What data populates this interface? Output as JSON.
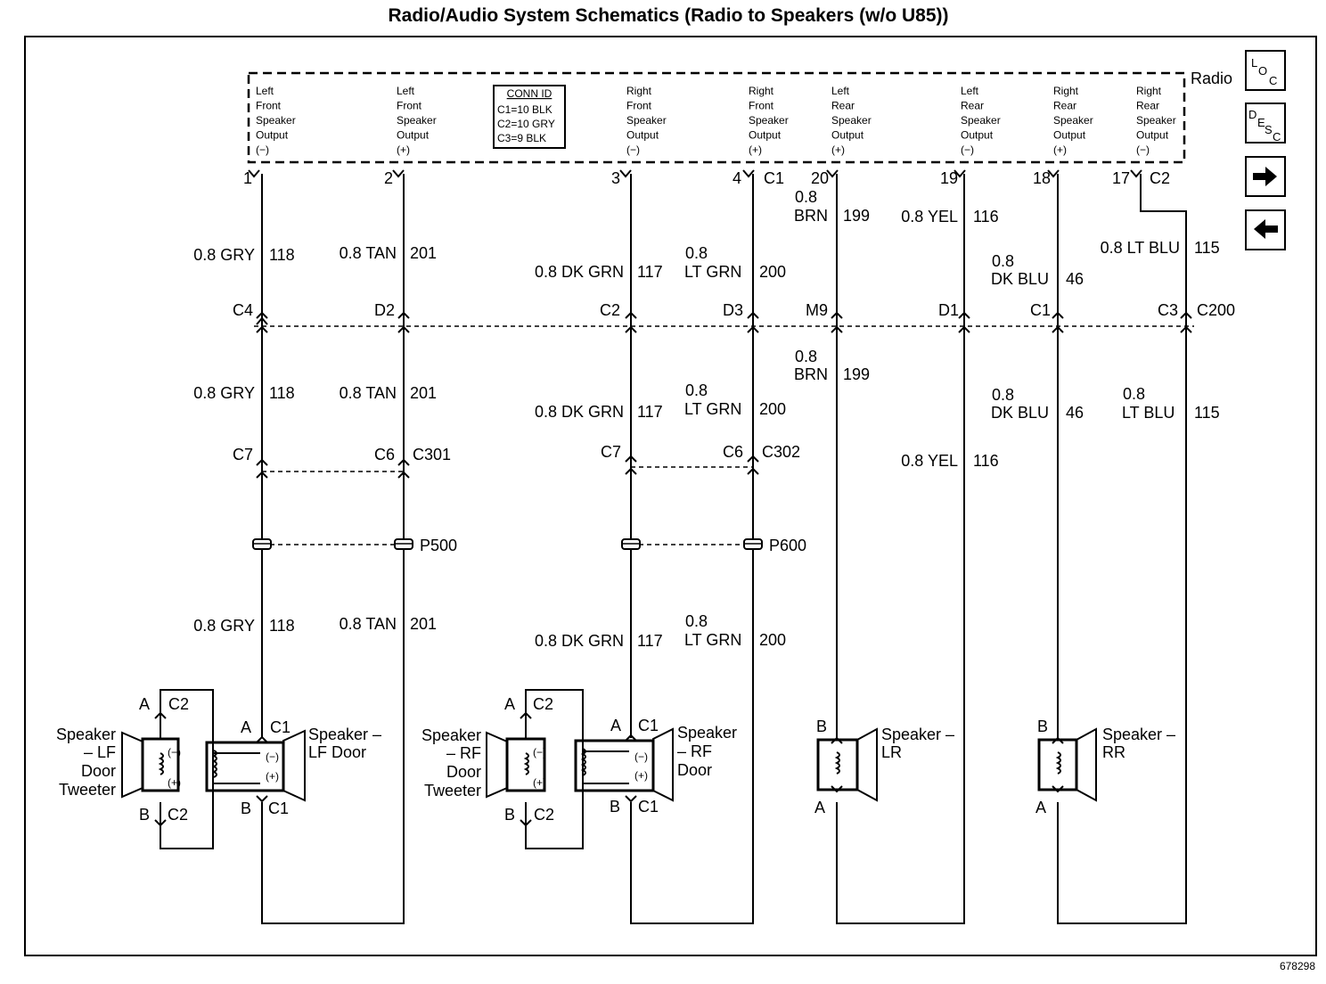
{
  "title": "Radio/Audio System Schematics (Radio to Speakers (w/o U85))",
  "figure_id": "678298",
  "radio": {
    "name": "Radio",
    "outputs": [
      {
        "lines": [
          "Left",
          "Front",
          "Speaker",
          "Output",
          "(−)"
        ],
        "pin": "1"
      },
      {
        "lines": [
          "Left",
          "Front",
          "Speaker",
          "Output",
          "(+)"
        ],
        "pin": "2"
      },
      {
        "lines": [
          "Right",
          "Front",
          "Speaker",
          "Output",
          "(−)"
        ],
        "pin": "3"
      },
      {
        "lines": [
          "Right",
          "Front",
          "Speaker",
          "Output",
          "(+)"
        ],
        "pin": "4"
      },
      {
        "lines": [
          "Left",
          "Rear",
          "Speaker",
          "Output",
          "(+)"
        ],
        "pin": "20"
      },
      {
        "lines": [
          "Left",
          "Rear",
          "Speaker",
          "Output",
          "(−)"
        ],
        "pin": "19"
      },
      {
        "lines": [
          "Right",
          "Rear",
          "Speaker",
          "Output",
          "(+)"
        ],
        "pin": "18"
      },
      {
        "lines": [
          "Right",
          "Rear",
          "Speaker",
          "Output",
          "(−)"
        ],
        "pin": "17"
      }
    ],
    "conn_id": {
      "header": "CONN ID",
      "rows": [
        "C1=10 BLK",
        "C2=10 GRY",
        "C3=9 BLK"
      ]
    },
    "connector_c1": "C1",
    "connector_c2": "C2"
  },
  "wire_labels": {
    "gry_118": "0.8 GRY",
    "ckt_118": "118",
    "tan_201": "0.8 TAN",
    "ckt_201": "201",
    "dkgrn_117": "0.8 DK GRN",
    "ckt_117": "117",
    "ltgrn_gauge": "0.8",
    "ltgrn_color": "LT GRN",
    "ckt_200": "200",
    "brn_gauge": "0.8",
    "brn_color": "BRN",
    "ckt_199": "199",
    "yel_116": "0.8 YEL",
    "ckt_116": "116",
    "dkblu_gauge": "0.8",
    "dkblu_color": "DK BLU",
    "ckt_46": "46",
    "ltblu_115": "0.8 LT BLU",
    "ltblu_gauge": "0.8",
    "ltblu_color": "LT BLU",
    "ckt_115": "115"
  },
  "c200": {
    "name": "C200",
    "pins": [
      "C4",
      "D2",
      "C2",
      "D3",
      "M9",
      "D1",
      "C1",
      "C3"
    ]
  },
  "c301": {
    "name": "C301",
    "pins": [
      "C7",
      "C6"
    ]
  },
  "c302": {
    "name": "C302",
    "pins": [
      "C7",
      "C6"
    ]
  },
  "splices": {
    "p500": "P500",
    "p600": "P600"
  },
  "speakers": {
    "lf_tweeter": [
      "Speaker",
      "– LF",
      "Door",
      "Tweeter"
    ],
    "lf_door": [
      "Speaker –",
      "LF Door"
    ],
    "rf_tweeter": [
      "Speaker",
      "– RF",
      "Door",
      "Tweeter"
    ],
    "rf_door": [
      "Speaker",
      "– RF",
      "Door"
    ],
    "lr": [
      "Speaker –",
      "LR"
    ],
    "rr": [
      "Speaker –",
      "RR"
    ]
  },
  "terminals": {
    "a": "A",
    "b": "B",
    "c1": "C1",
    "c2": "C2",
    "minus": "(−)",
    "plus": "(+)"
  },
  "nav": {
    "loc_icon": "LOC",
    "desc_icon": "DESC",
    "next_icon": "right-arrow",
    "prev_icon": "left-arrow"
  }
}
